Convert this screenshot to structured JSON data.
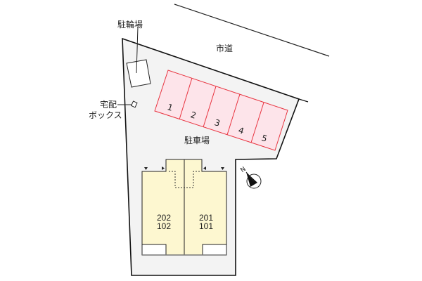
{
  "labels": {
    "bicycle_parking": "駐輪場",
    "city_road": "市道",
    "delivery_box_line1": "宅配",
    "delivery_box_line2": "ボックス",
    "parking": "駐車場"
  },
  "parking_spaces": [
    "1",
    "2",
    "3",
    "4",
    "5"
  ],
  "units": [
    {
      "upper": "202",
      "lower": "102"
    },
    {
      "upper": "201",
      "lower": "101"
    }
  ],
  "compass": {
    "label": "N"
  },
  "colors": {
    "lot_fill": "#f3f3f3",
    "parking_fill": "#fde4ea",
    "parking_stroke": "#e8333f",
    "building_fill": "#fdf7d0",
    "outline": "#111111"
  }
}
